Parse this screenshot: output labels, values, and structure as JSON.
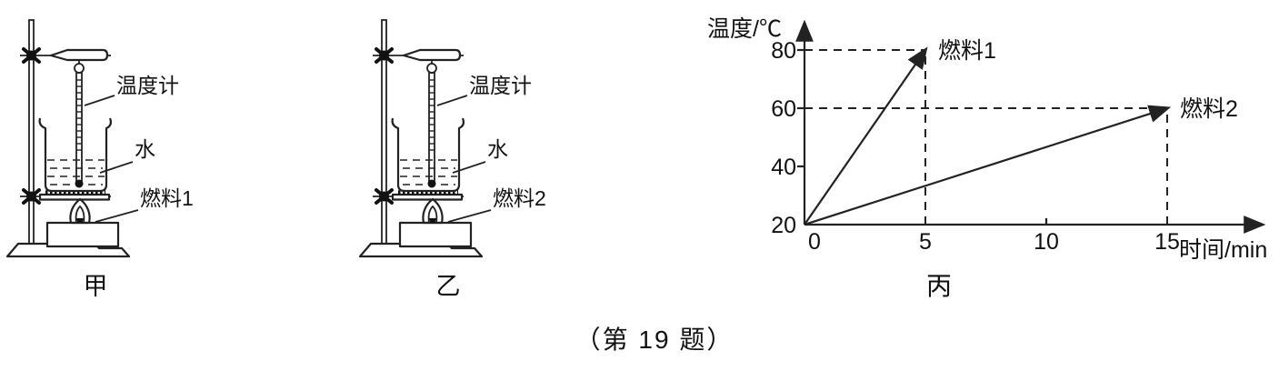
{
  "figure_caption": "（第 19 题）",
  "panels": {
    "jia": {
      "caption": "甲",
      "thermometer_label": "温度计",
      "water_label": "水",
      "fuel_label": "燃料1"
    },
    "yi": {
      "caption": "乙",
      "thermometer_label": "温度计",
      "water_label": "水",
      "fuel_label": "燃料2"
    },
    "bing": {
      "caption": "丙"
    }
  },
  "chart_data": {
    "type": "line",
    "title": "丙",
    "xlabel": "时间/min",
    "ylabel": "温度/℃",
    "xticks": [
      0,
      5,
      10,
      15
    ],
    "yticks": [
      20,
      40,
      60,
      80
    ],
    "xlim": [
      0,
      19
    ],
    "ylim": [
      20,
      90
    ],
    "grid": false,
    "legend_position": "at-line-end",
    "line_color": "#222222",
    "series": [
      {
        "name": "燃料1",
        "x": [
          0,
          5
        ],
        "y": [
          20,
          80
        ]
      },
      {
        "name": "燃料2",
        "x": [
          0,
          15
        ],
        "y": [
          20,
          60
        ]
      }
    ],
    "annotations": [
      "dashed guide lines from axes to 燃料1 endpoint (5, 80)",
      "dashed guide lines from axes to 燃料2 endpoint (15, 60)"
    ]
  },
  "colors": {
    "ink": "#222222",
    "background": "#ffffff"
  }
}
